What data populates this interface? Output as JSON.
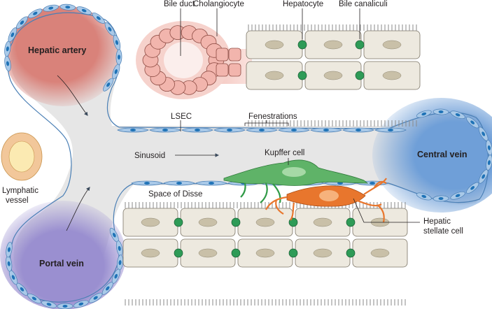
{
  "labels": {
    "bile_duct": "Bile duct",
    "cholangiocyte": "Cholangiocyte",
    "hepatocyte": "Hepatocyte",
    "bile_canaliculi": "Bile canaliculi",
    "hepatic_artery": "Hepatic artery",
    "lsec": "LSEC",
    "fenestrations": "Fenestrations",
    "sinusoid": "Sinusoid",
    "kupffer_cell": "Kupffer cell",
    "central_vein": "Central vein",
    "lymphatic_line1": "Lymphatic",
    "lymphatic_line2": "vessel",
    "space_of_disse": "Space of Disse",
    "hepatic_stellate_line1": "Hepatic",
    "hepatic_stellate_line2": "stellate cell",
    "portal_vein": "Portal vein"
  },
  "colors": {
    "hepatic_artery": "#d9827a",
    "portal_vein": "#9a8fd0",
    "central_vein": "#6f9fd8",
    "endothelium": "#a9c9e8",
    "endothelial_nucleus": "#1f73b7",
    "hepatocyte": "#ede9df",
    "hepatocyte_nucleus": "#c9c0a8",
    "canaliculus": "#2e9b57",
    "kupffer_cell": "#4faa5a",
    "stellate_cell": "#e8762d",
    "cholangiocyte": "#f2b5ad",
    "lymphatic": "#f5d79a",
    "sinusoid": "#e4e4e4"
  }
}
